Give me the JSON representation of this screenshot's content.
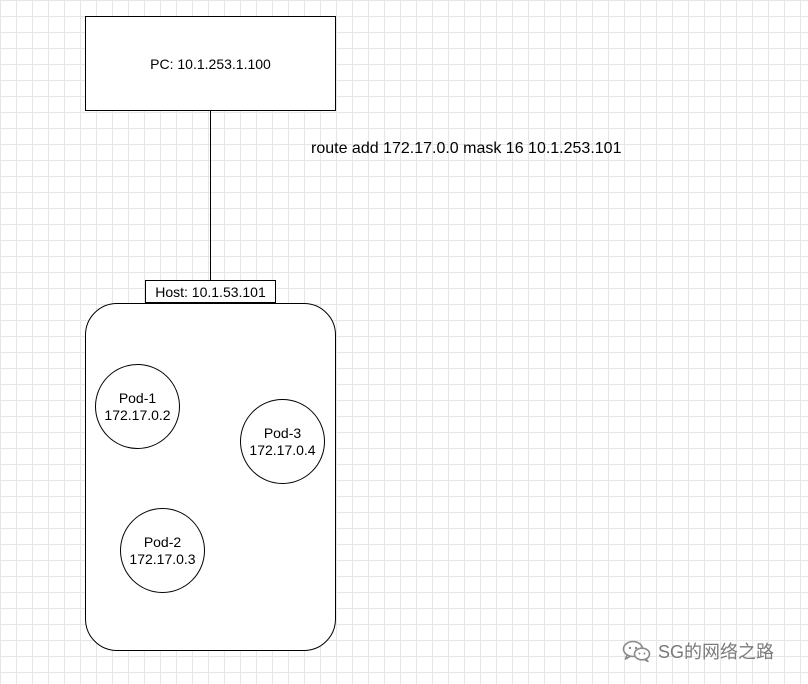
{
  "pc": {
    "label": "PC: 10.1.253.1.100"
  },
  "host": {
    "label": "Host: 10.1.53.101"
  },
  "route_command": "route add 172.17.0.0 mask 16 10.1.253.101",
  "pods": [
    {
      "name": "Pod-1",
      "ip": "172.17.0.2"
    },
    {
      "name": "Pod-2",
      "ip": "172.17.0.3"
    },
    {
      "name": "Pod-3",
      "ip": "172.17.0.4"
    }
  ],
  "watermark": {
    "text": "SG的网络之路",
    "icon": "wechat-icon"
  },
  "colors": {
    "grid": "#e6e6e6",
    "stroke": "#000000",
    "watermark": "#7a7a7a"
  }
}
